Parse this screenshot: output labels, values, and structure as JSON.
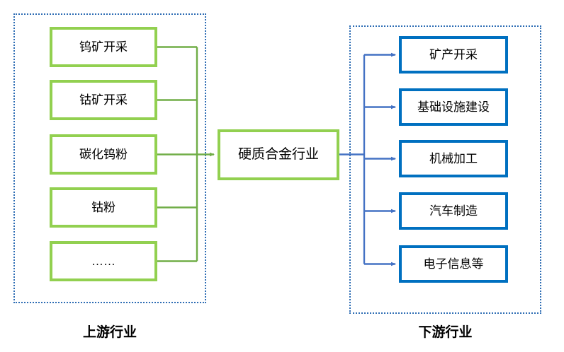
{
  "diagram": {
    "type": "flow",
    "colors": {
      "group_border": "#2E6DB4",
      "upstream_box_border": "#92D050",
      "upstream_connector": "#70AD47",
      "downstream_box_border": "#0070C0",
      "downstream_connector": "#4472C4",
      "text": "#000000",
      "background": "#FFFFFF"
    },
    "upstream": {
      "caption": "上游行业",
      "nodes": [
        {
          "label": "钨矿开采"
        },
        {
          "label": "钴矿开采"
        },
        {
          "label": "碳化钨粉"
        },
        {
          "label": "钴粉"
        },
        {
          "label": "……"
        }
      ]
    },
    "center": {
      "label": "硬质合金行业"
    },
    "downstream": {
      "caption": "下游行业",
      "nodes": [
        {
          "label": "矿产开采"
        },
        {
          "label": "基础设施建设"
        },
        {
          "label": "机械加工"
        },
        {
          "label": "汽车制造"
        },
        {
          "label": "电子信息等"
        }
      ]
    }
  }
}
